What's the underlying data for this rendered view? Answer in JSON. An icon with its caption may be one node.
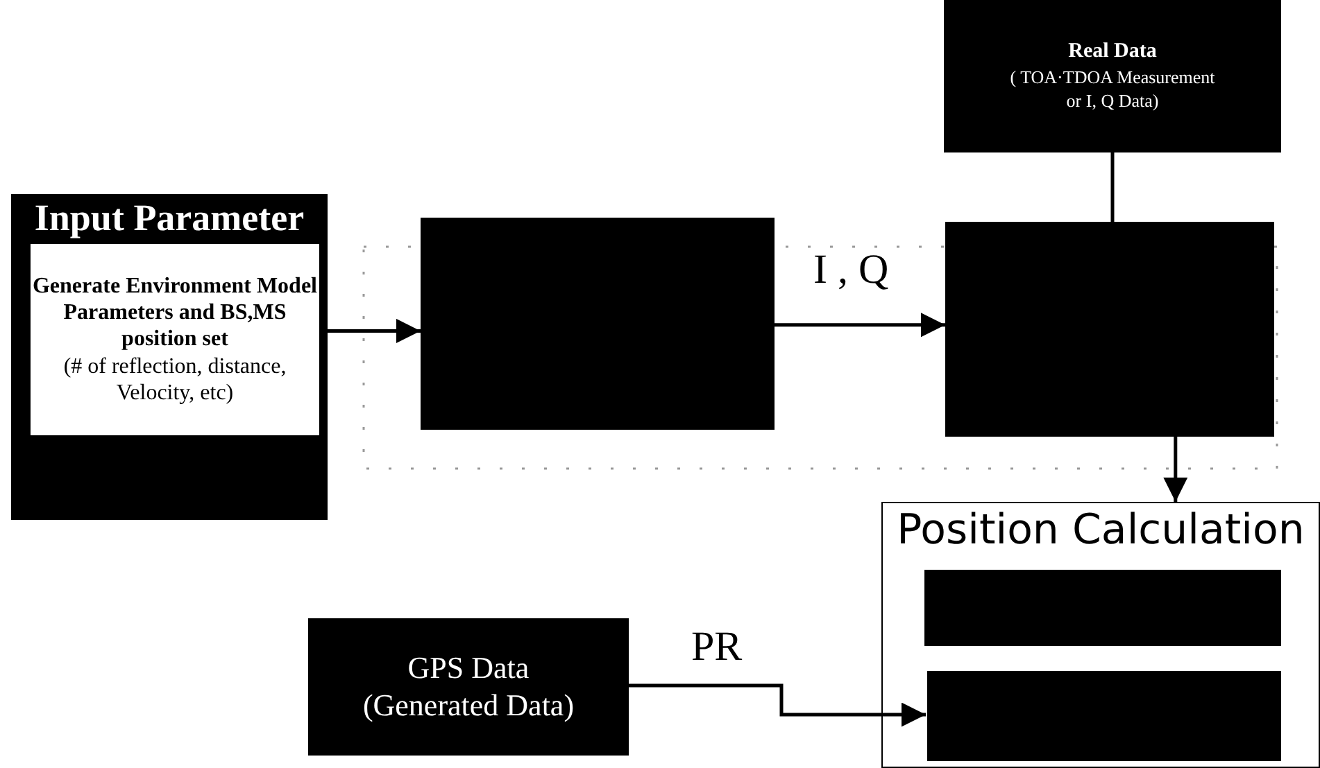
{
  "diagram": {
    "nodes": [
      {
        "text": [
          "Input Parameter"
        ]
      },
      {
        "text": [
          "Generate Environment Model Parameters and BS,MS position set",
          "(# of reflection, distance, Velocity, etc)"
        ],
        "in": 0
      },
      {
        "text": [],
        "shape": "box"
      },
      {
        "text": [
          "Real Data",
          "( TOA·TDOA Measurement or I, Q Data)"
        ]
      },
      {
        "text": [],
        "shape": "box"
      },
      {
        "text": [
          "Position Calculation"
        ]
      },
      {
        "text": [],
        "shape": "box",
        "in": 5
      },
      {
        "text": [],
        "shape": "box",
        "in": 5
      },
      {
        "text": [
          "GPS Data",
          "(Generated Data)"
        ]
      }
    ],
    "edges": [
      {
        "from": 0,
        "to": 2,
        "arrow": "to"
      },
      {
        "from": 2,
        "to": 4,
        "arrow": "to",
        "label": "I , Q"
      },
      {
        "from": 3,
        "to": 4,
        "arrow": "none"
      },
      {
        "from": 4,
        "to": 5,
        "arrow": "to"
      },
      {
        "from": 8,
        "to": 7,
        "arrow": "to",
        "label": "PR"
      }
    ]
  }
}
